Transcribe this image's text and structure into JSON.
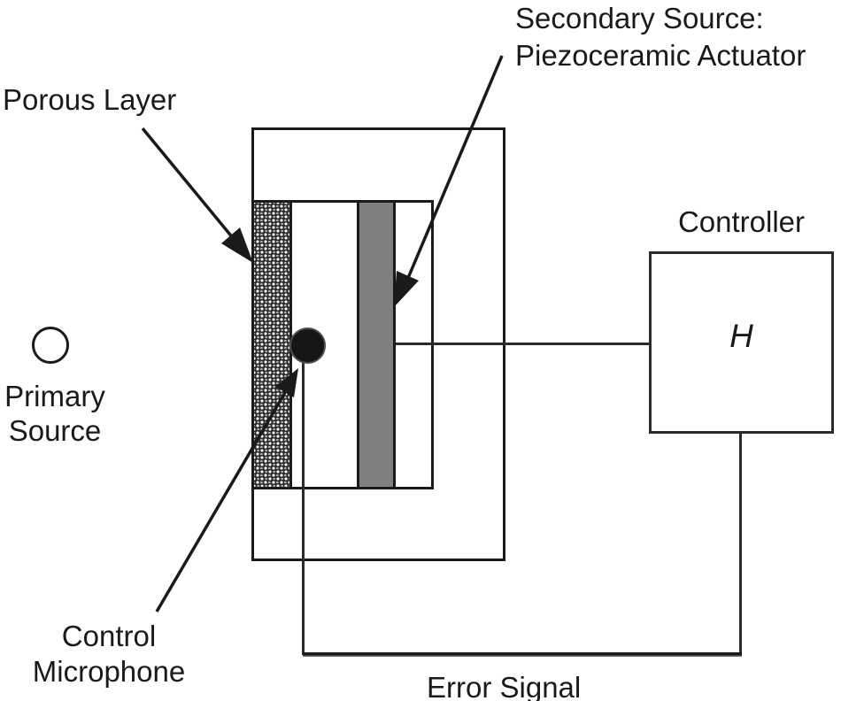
{
  "figure": {
    "background": "#ffffff",
    "line_color": "#1a1a1a",
    "labels": {
      "porous_layer": "Porous Layer",
      "secondary_source": {
        "line1": "Secondary Source:",
        "line2": "Piezoceramic Actuator"
      },
      "controller": "Controller",
      "controller_transfer_function": "H",
      "primary_source": {
        "line1": "Primary",
        "line2": "Source"
      },
      "control_microphone": {
        "line1": "Control",
        "line2": "Microphone"
      },
      "error_signal": "Error Signal"
    },
    "colors": {
      "actuator_fill": "#7f7f7f",
      "microphone_fill": "#161616",
      "porous_pattern": "stippled"
    }
  }
}
